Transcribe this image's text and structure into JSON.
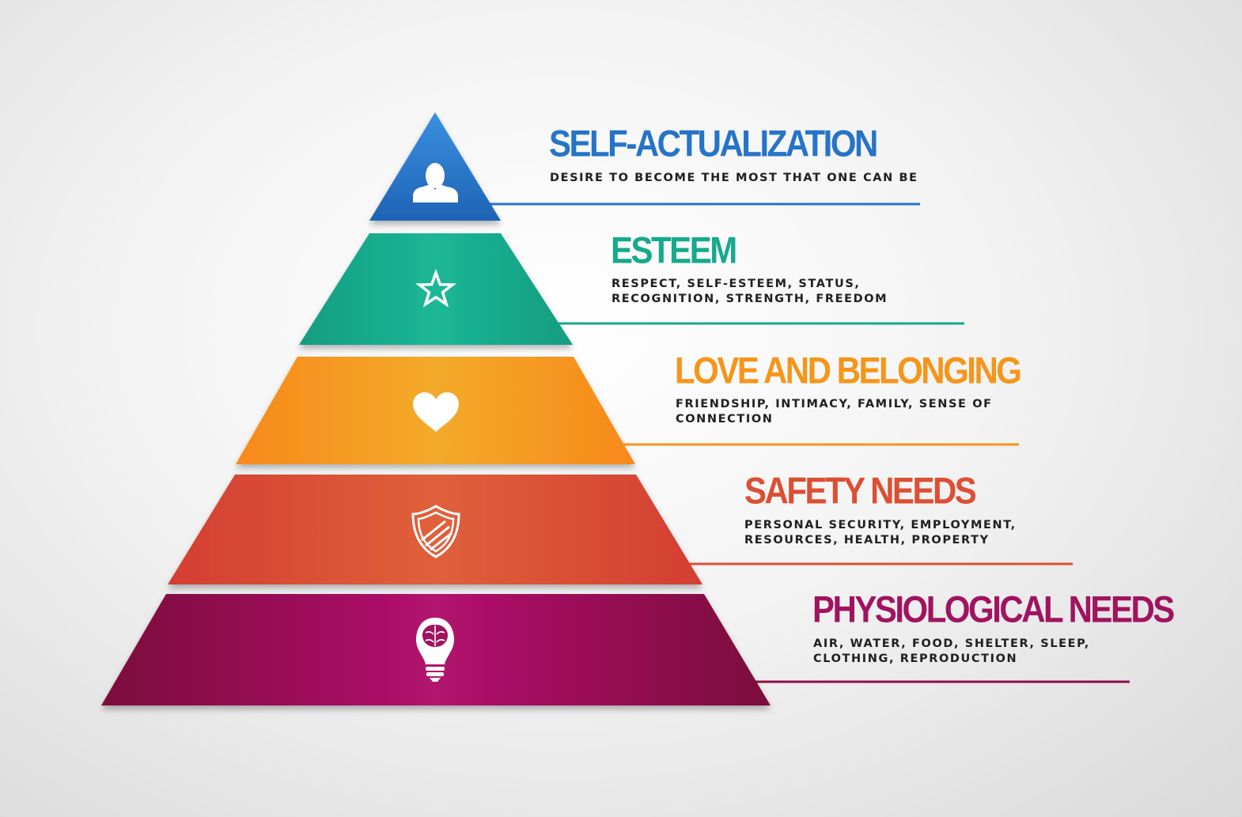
{
  "levels": [
    {
      "title": "SELF-ACTUALIZATION",
      "desc_lines": [
        "DESIRE TO BECOME THE MOST THAT ONE CAN BE"
      ],
      "icon": "person-icon",
      "color": "#2574c8"
    },
    {
      "title": "ESTEEM",
      "desc_lines": [
        "RESPECT, SELF-ESTEEM, STATUS,",
        "RECOGNITION, STRENGTH, FREEDOM"
      ],
      "icon": "star-icon",
      "color": "#17a98c"
    },
    {
      "title": "LOVE AND BELONGING",
      "desc_lines": [
        "FRIENDSHIP, INTIMACY, FAMILY, SENSE OF",
        "CONNECTION"
      ],
      "icon": "heart-icon",
      "color": "#f5951a"
    },
    {
      "title": "SAFETY NEEDS",
      "desc_lines": [
        "PERSONAL SECURITY, EMPLOYMENT,",
        "RESOURCES, HEALTH, PROPERTY"
      ],
      "icon": "shield-icon",
      "color": "#dc4f33"
    },
    {
      "title": "PHYSIOLOGICAL NEEDS",
      "desc_lines": [
        "AIR, WATER, FOOD, SHELTER, SLEEP,",
        "CLOTHING, REPRODUCTION"
      ],
      "icon": "brain-bulb-icon",
      "color": "#a0135f"
    }
  ]
}
